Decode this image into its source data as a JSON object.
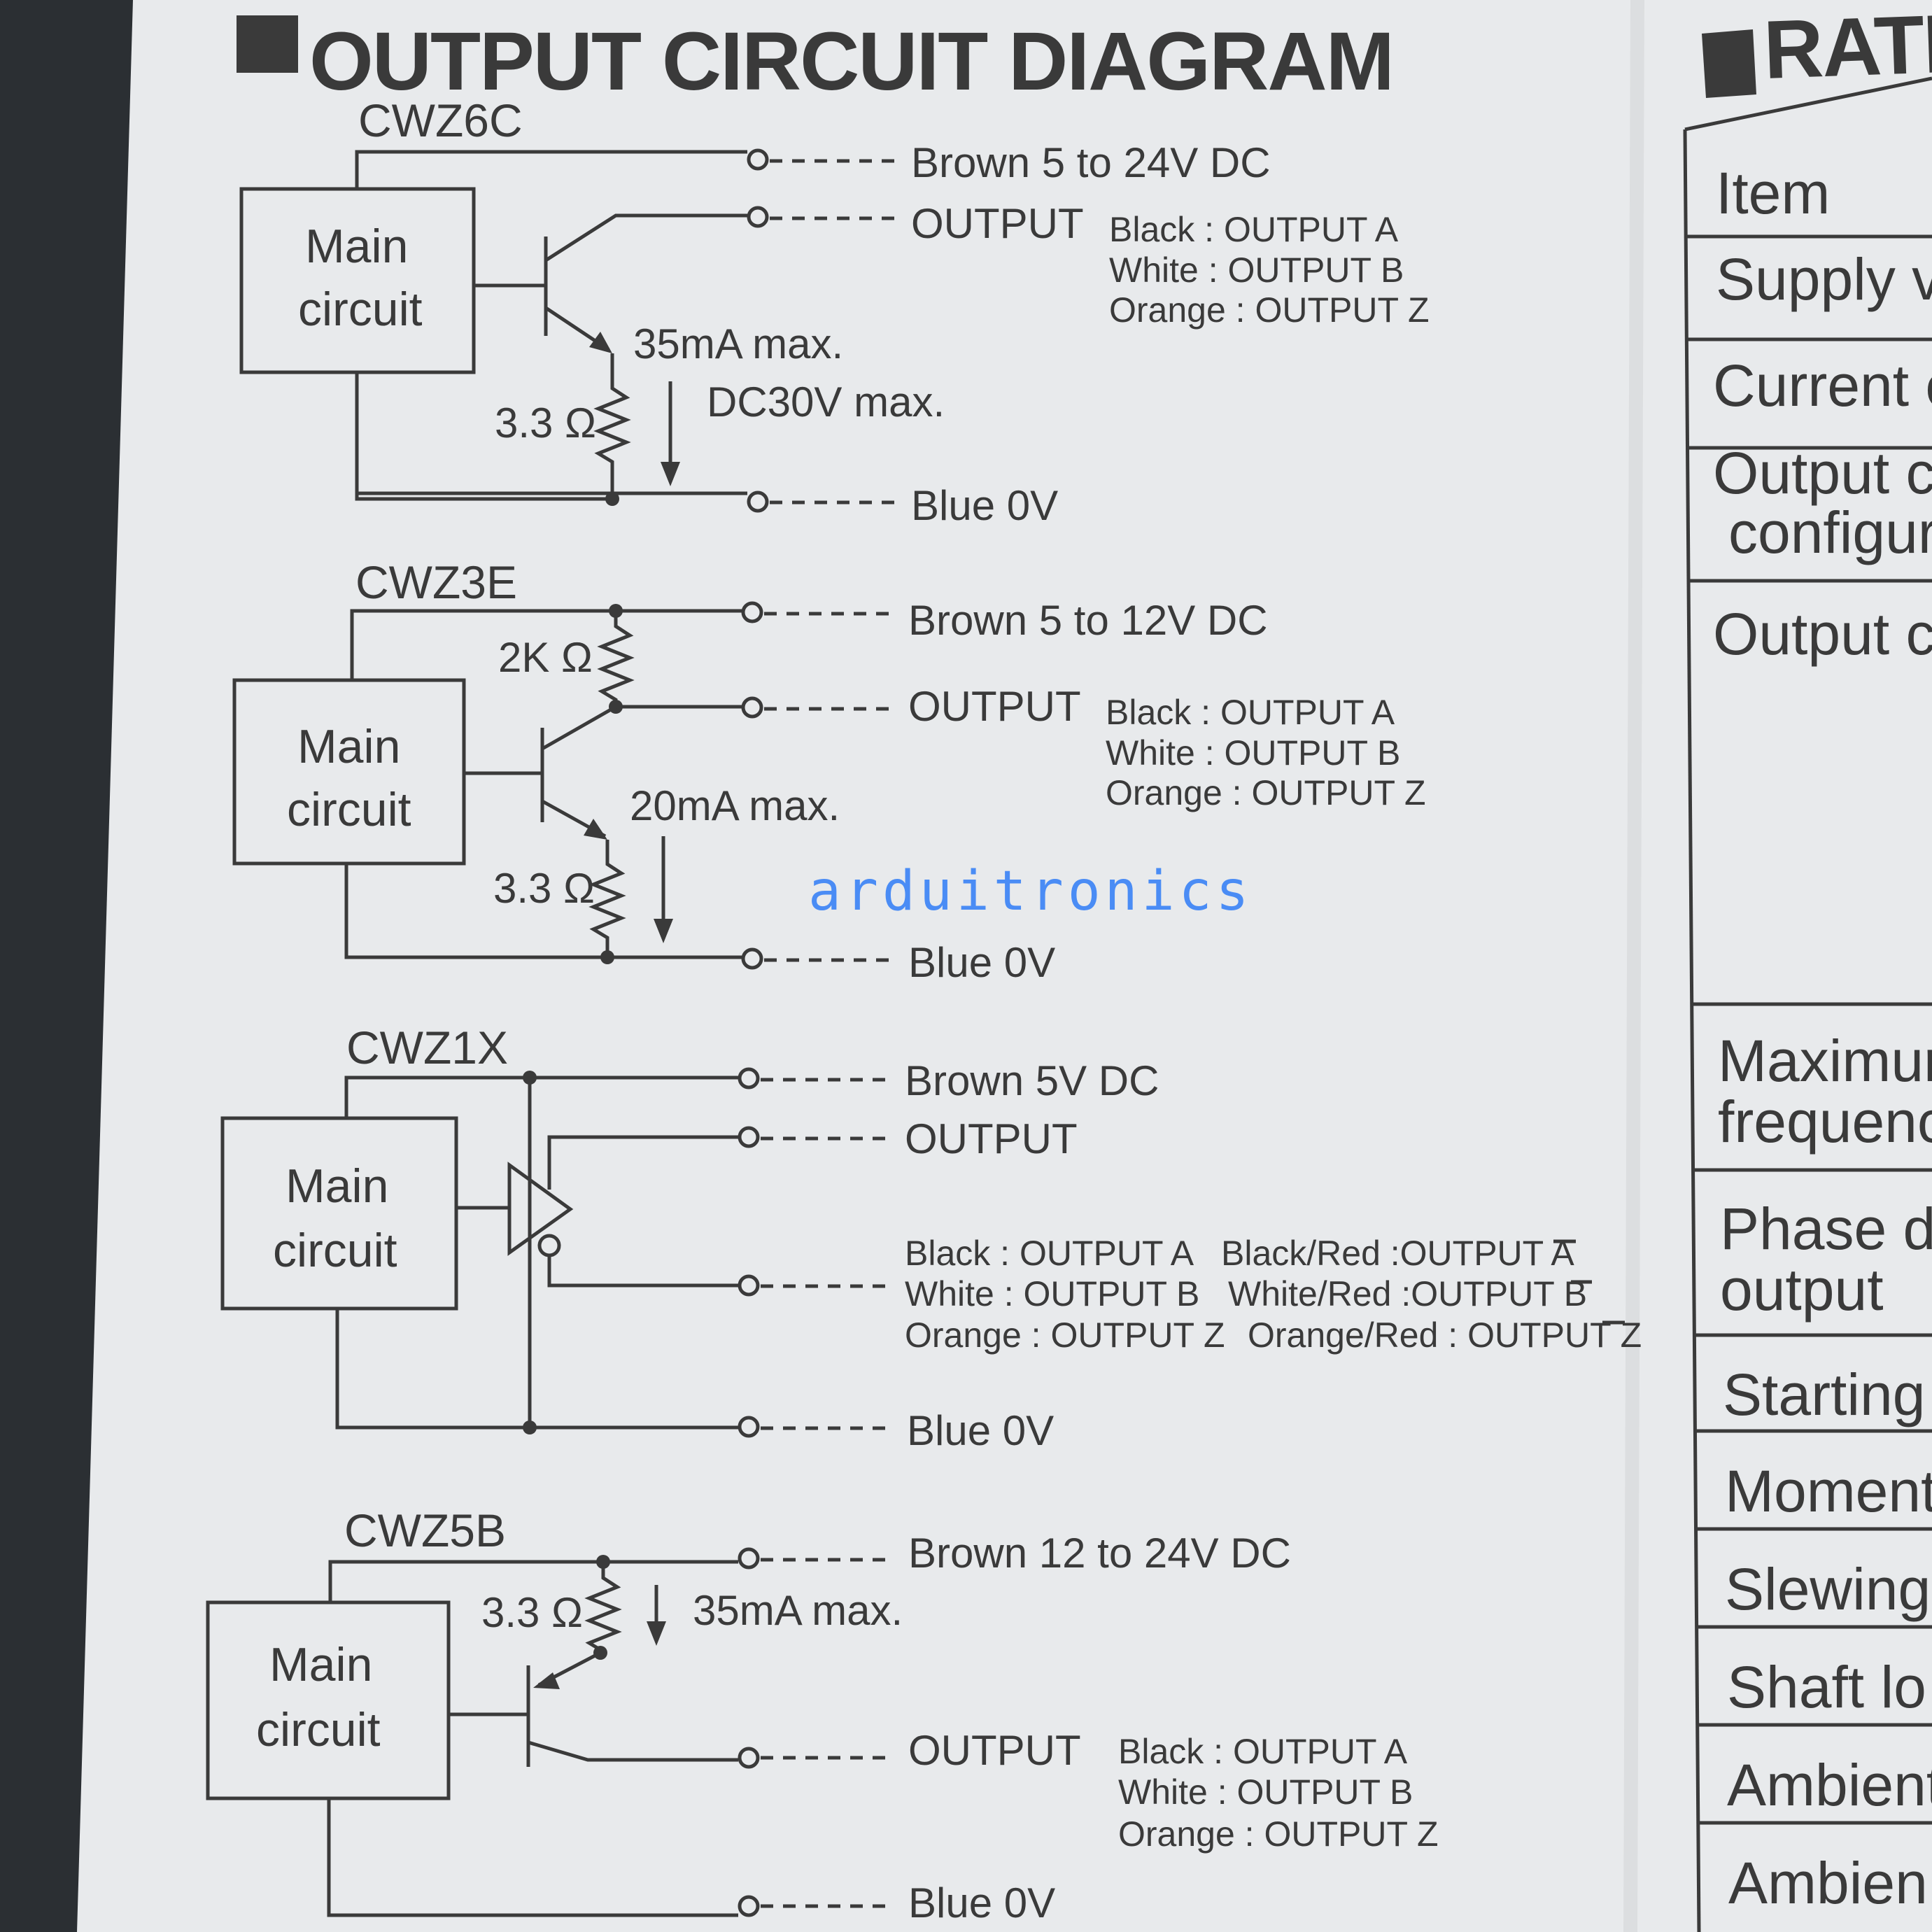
{
  "title": "OUTPUT CIRCUIT DIAGRAM",
  "right_title": "RATI",
  "watermark": "arduitronics",
  "circuits": [
    {
      "model": "CWZ6C",
      "main1": "Main",
      "main2": "circuit",
      "supply": "Brown 5 to 24V DC",
      "output": "OUTPUT",
      "outs": [
        "Black : OUTPUT A",
        "White : OUTPUT B",
        "Orange : OUTPUT Z"
      ],
      "current": "35mA max.",
      "voltage": "DC30V max.",
      "resistor": "3.3 Ω",
      "ground": "Blue 0V"
    },
    {
      "model": "CWZ3E",
      "main1": "Main",
      "main2": "circuit",
      "supply": "Brown 5 to 12V DC",
      "output": "OUTPUT",
      "outs": [
        "Black : OUTPUT A",
        "White : OUTPUT B",
        "Orange : OUTPUT Z"
      ],
      "pullup": "2K Ω",
      "current": "20mA max.",
      "resistor": "3.3 Ω",
      "ground": "Blue 0V"
    },
    {
      "model": "CWZ1X",
      "main1": "Main",
      "main2": "circuit",
      "supply": "Brown 5V DC",
      "output": "OUTPUT",
      "outs": [
        "Black : OUTPUT A",
        "White : OUTPUT B",
        "Orange : OUTPUT Z"
      ],
      "outs_inv": [
        "Black/Red :OUTPUT A",
        "White/Red :OUTPUT B",
        "Orange/Red : OUTPUT Z"
      ],
      "ground": "Blue 0V"
    },
    {
      "model": "CWZ5B",
      "main1": "Main",
      "main2": "circuit",
      "supply": "Brown 12 to 24V DC",
      "resistor": "3.3 Ω",
      "current": "35mA max.",
      "output": "OUTPUT",
      "outs": [
        "Black : OUTPUT A",
        "White : OUTPUT B",
        "Orange : OUTPUT Z"
      ],
      "ground": "Blue 0V"
    }
  ],
  "rating_rows": [
    [
      "Item"
    ],
    [
      "Supply v"
    ],
    [
      "Current c"
    ],
    [
      "Output c",
      "configur"
    ],
    [
      "Output c"
    ],
    [
      "Maximur",
      "frequenc"
    ],
    [
      "Phase d",
      "output"
    ],
    [
      "Starting"
    ],
    [
      "Moment"
    ],
    [
      "Slewing"
    ],
    [
      "Shaft lo"
    ],
    [
      "Ambient"
    ],
    [
      "Ambien"
    ]
  ]
}
